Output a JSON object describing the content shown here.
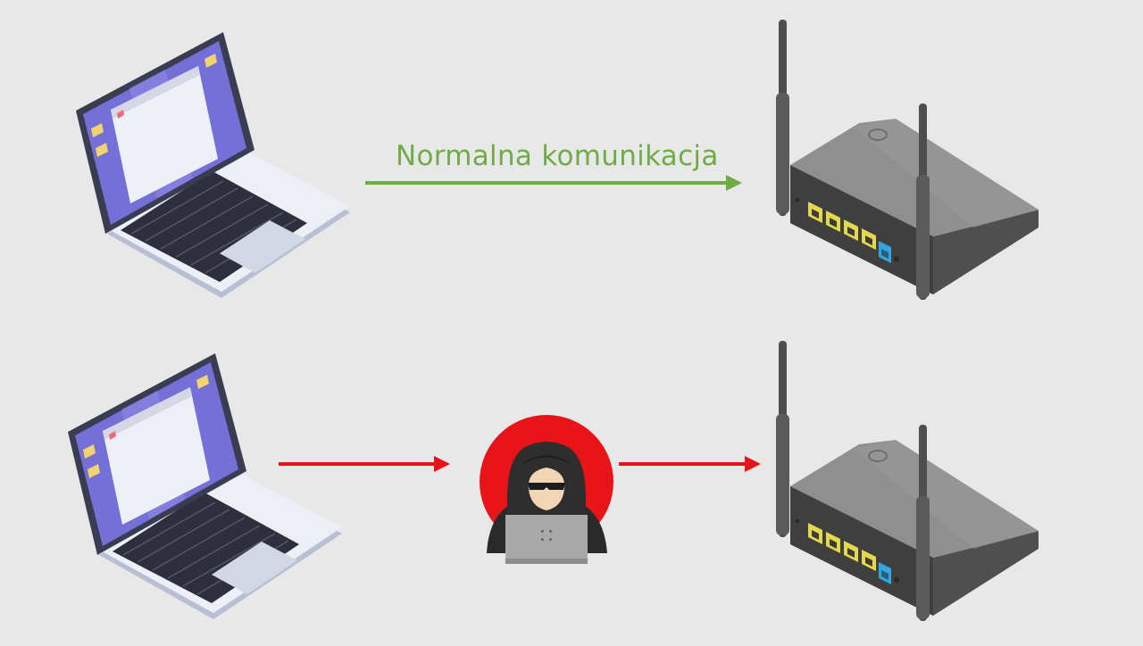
{
  "diagram": {
    "normal_label": "Normalna komunikacja",
    "colors": {
      "background": "#e8e8e8",
      "normal_arrow": "#6fac47",
      "attack_arrow": "#e8141a",
      "attacker_circle": "#e8141a"
    },
    "nodes": [
      {
        "role": "laptop",
        "icon": "laptop-icon"
      },
      {
        "role": "router",
        "icon": "router-icon"
      },
      {
        "role": "laptop",
        "icon": "laptop-icon"
      },
      {
        "role": "attacker",
        "icon": "hacker-icon"
      },
      {
        "role": "router",
        "icon": "router-icon"
      }
    ]
  }
}
